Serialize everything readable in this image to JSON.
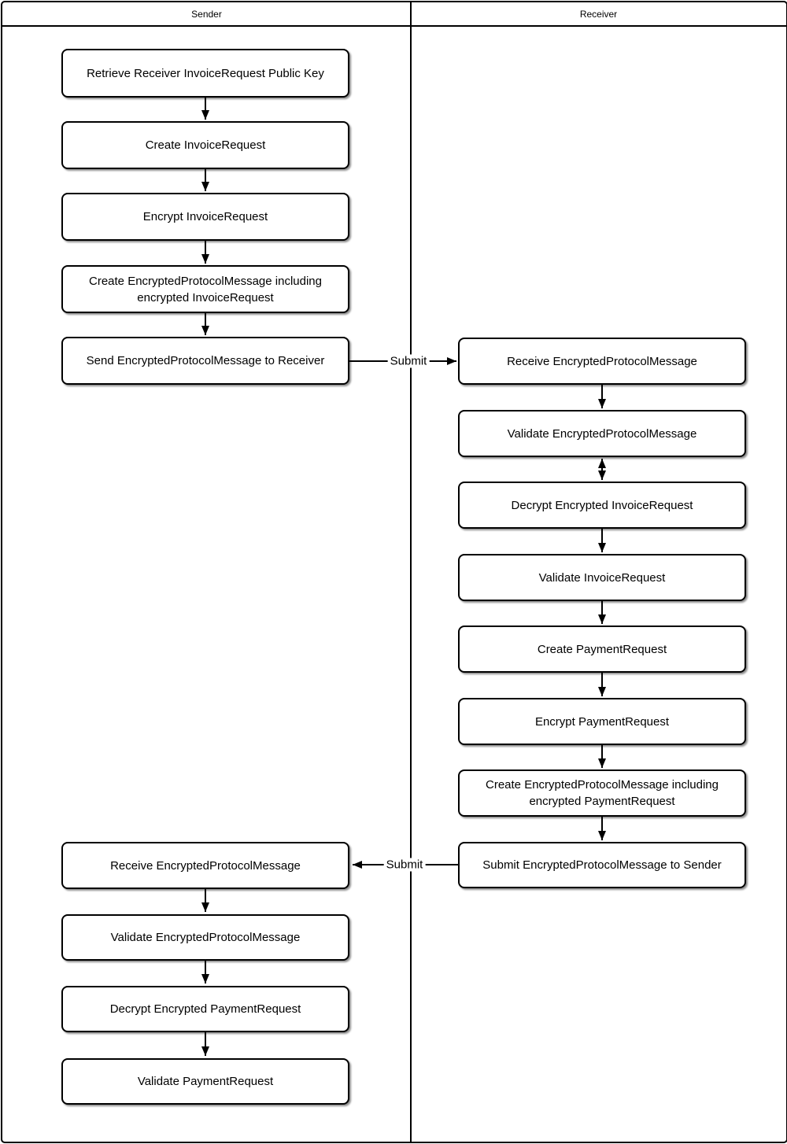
{
  "lanes": {
    "sender": {
      "title": "Sender"
    },
    "receiver": {
      "title": "Receiver"
    }
  },
  "sender": {
    "steps": [
      {
        "label": "Retrieve Receiver InvoiceRequest Public Key"
      },
      {
        "label": "Create InvoiceRequest"
      },
      {
        "label": "Encrypt InvoiceRequest"
      },
      {
        "label": "Create EncryptedProtocolMessage including encrypted InvoiceRequest"
      },
      {
        "label": "Send EncryptedProtocolMessage to Receiver"
      },
      {
        "label": "Receive EncryptedProtocolMessage"
      },
      {
        "label": "Validate EncryptedProtocolMessage"
      },
      {
        "label": "Decrypt Encrypted PaymentRequest"
      },
      {
        "label": "Validate PaymentRequest"
      }
    ]
  },
  "receiver": {
    "steps": [
      {
        "label": "Receive EncryptedProtocolMessage"
      },
      {
        "label": "Validate EncryptedProtocolMessage"
      },
      {
        "label": "Decrypt Encrypted InvoiceRequest"
      },
      {
        "label": "Validate InvoiceRequest"
      },
      {
        "label": "Create PaymentRequest"
      },
      {
        "label": "Encrypt PaymentRequest"
      },
      {
        "label": "Create EncryptedProtocolMessage including encrypted PaymentRequest"
      },
      {
        "label": "Submit EncryptedProtocolMessage to Sender"
      }
    ]
  },
  "edges": {
    "submit_to_receiver": {
      "label": "Submit"
    },
    "submit_to_sender": {
      "label": "Submit"
    }
  },
  "colors": {
    "line": "#000000",
    "node_fill": "#ffffff",
    "shadow": "rgba(0,0,0,0.45)"
  }
}
